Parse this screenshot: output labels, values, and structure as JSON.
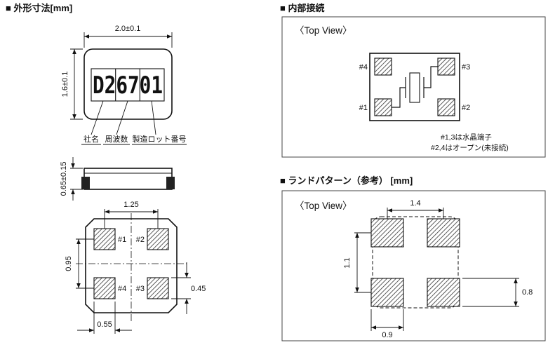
{
  "outline_section": {
    "title": "■ 外形寸法[mm]",
    "marking": "D26701",
    "labels": {
      "company": "社名",
      "frequency": "周波数",
      "lot": "製造ロット番号"
    },
    "dims": {
      "width": "2.0±0.1",
      "height": "1.6±0.1",
      "thickness": "0.65±0.15",
      "pad_pitch_x": "1.25",
      "pad_pitch_y": "0.95",
      "pad_width": "0.55",
      "pad_height": "0.45"
    },
    "pads": {
      "p1": "#1",
      "p2": "#2",
      "p3": "#3",
      "p4": "#4"
    }
  },
  "internal_section": {
    "title": "■ 内部接続",
    "view": "〈Top View〉",
    "pads": {
      "p1": "#1",
      "p2": "#2",
      "p3": "#3",
      "p4": "#4"
    },
    "notes": [
      "#1,3は水晶端子",
      "#2,4はオープン(未接続)"
    ]
  },
  "land_section": {
    "title": "■ ランドパターン（参考） [mm]",
    "view": "〈Top View〉",
    "dims": {
      "pitch_x": "1.4",
      "pitch_y": "1.1",
      "pad_width": "0.9",
      "pad_height": "0.8"
    }
  }
}
